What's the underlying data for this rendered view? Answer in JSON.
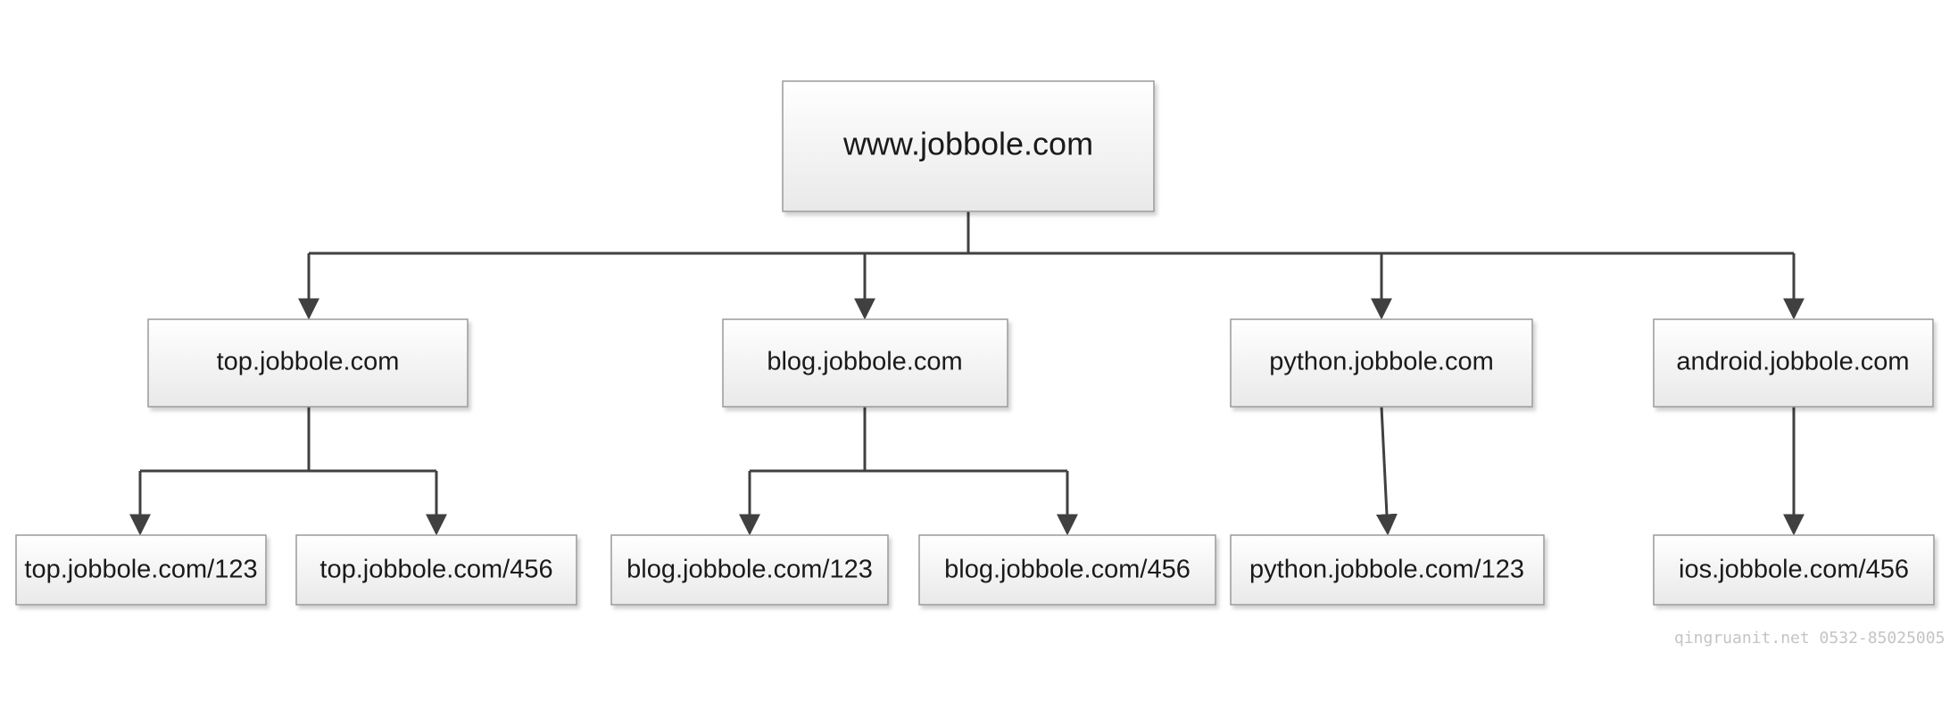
{
  "diagram": {
    "root": {
      "label": "www.jobbole.com"
    },
    "level1": [
      {
        "label": "top.jobbole.com"
      },
      {
        "label": "blog.jobbole.com"
      },
      {
        "label": "python.jobbole.com"
      },
      {
        "label": "android.jobbole.com"
      }
    ],
    "level2": [
      {
        "label": "top.jobbole.com/123"
      },
      {
        "label": "top.jobbole.com/456"
      },
      {
        "label": "blog.jobbole.com/123"
      },
      {
        "label": "blog.jobbole.com/456"
      },
      {
        "label": "python.jobbole.com/123"
      },
      {
        "label": "ios.jobbole.com/456"
      }
    ]
  },
  "watermark": "qingruanit.net 0532-85025005"
}
